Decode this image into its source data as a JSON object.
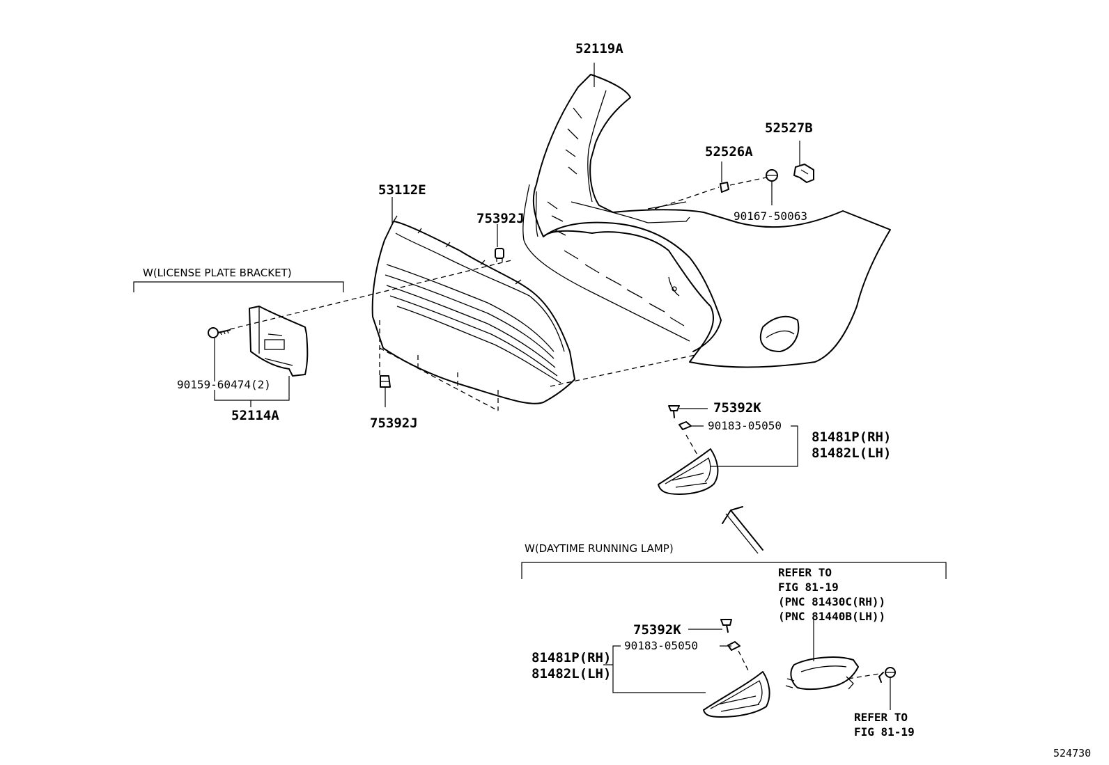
{
  "diagram": {
    "figure_number": "524730",
    "groups": {
      "license_plate_bracket": "W(LICENSE PLATE BRACKET)",
      "daytime_running_lamp": "W(DAYTIME RUNNING LAMP)"
    },
    "parts": {
      "bumper_cover": "52119A",
      "retainer_a": "52526A",
      "retainer_b": "52527B",
      "clip_90167": "90167-50063",
      "grille": "53112E",
      "clip_top": "75392J",
      "clip_bottom": "75392J",
      "screw_90159": "90159-60474(2)",
      "license_bracket": "52114A",
      "screw_upper": "75392K",
      "nut_upper": "90183-05050",
      "cover_rh_upper": "81481P(RH)",
      "cover_lh_upper": "81482L(LH)",
      "screw_lower": "75392K",
      "nut_lower": "90183-05050",
      "cover_rh_lower": "81481P(RH)",
      "cover_lh_lower": "81482L(LH)"
    },
    "refer_main": {
      "line1": "REFER TO",
      "line2": "FIG 81-19",
      "line3": "(PNC 81430C(RH))",
      "line4": "(PNC 81440B(LH))"
    },
    "refer_bolt": {
      "line1": "REFER TO",
      "line2": "FIG 81-19"
    }
  }
}
